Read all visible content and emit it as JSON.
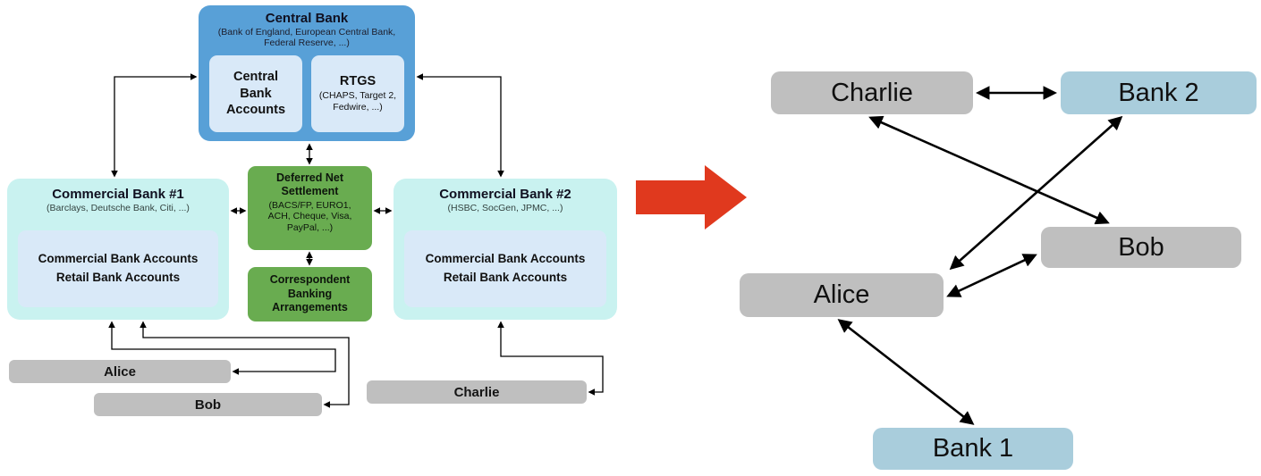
{
  "colors": {
    "central_bank_blue": "#58A0D7",
    "inner_box_blue": "#D9E9F8",
    "commercial_bank_cyan": "#C9F2F0",
    "settlement_green": "#69AC50",
    "user_gray": "#BFBFBF",
    "bank_node_blue": "#A9CDDC",
    "transform_arrow_red": "#E0391E",
    "connector_black": "#000000"
  },
  "left_diagram": {
    "central_bank": {
      "title": "Central Bank",
      "subtitle": "(Bank of England, European Central Bank, Federal Reserve, ...)",
      "accounts_label": "Central Bank Accounts",
      "rtgs_title": "RTGS",
      "rtgs_subtitle": "(CHAPS, Target 2, Fedwire, ...)"
    },
    "commercial_bank_1": {
      "title": "Commercial Bank #1",
      "subtitle": "(Barclays, Deutsche Bank, Citi, ...)",
      "accounts_line1": "Commercial Bank Accounts",
      "accounts_line2": "Retail Bank Accounts"
    },
    "commercial_bank_2": {
      "title": "Commercial Bank #2",
      "subtitle": "(HSBC, SocGen, JPMC, ...)",
      "accounts_line1": "Commercial Bank Accounts",
      "accounts_line2": "Retail Bank Accounts"
    },
    "deferred_net_settlement": {
      "title": "Deferred Net Settlement",
      "subtitle": "(BACS/FP, EURO1, ACH, Cheque, Visa, PayPal, ...)"
    },
    "correspondent_banking": {
      "title": "Correspondent Banking Arrangements"
    },
    "customers": {
      "alice": "Alice",
      "bob": "Bob",
      "charlie": "Charlie"
    }
  },
  "right_diagram": {
    "nodes": {
      "charlie": "Charlie",
      "bank2": "Bank 2",
      "bob": "Bob",
      "alice": "Alice",
      "bank1": "Bank 1"
    },
    "edges": [
      {
        "from": "Charlie",
        "to": "Bank 2",
        "bidirectional": true
      },
      {
        "from": "Charlie",
        "to": "Bob",
        "bidirectional": true
      },
      {
        "from": "Bank 2",
        "to": "Alice",
        "bidirectional": true
      },
      {
        "from": "Alice",
        "to": "Bob",
        "bidirectional": true
      },
      {
        "from": "Alice",
        "to": "Bank 1",
        "bidirectional": true
      }
    ]
  }
}
